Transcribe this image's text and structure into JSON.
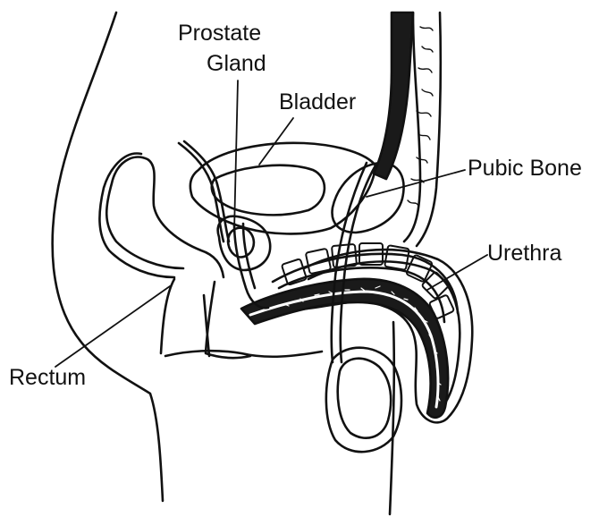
{
  "labels": {
    "prostate_line1": "Prostate",
    "prostate_line2": "Gland",
    "bladder": "Bladder",
    "pubic_bone": "Pubic Bone",
    "urethra": "Urethra",
    "rectum": "Rectum"
  },
  "colors": {
    "ink": "#111111",
    "background": "#ffffff",
    "spongy_tissue": "#1a1a1a"
  }
}
